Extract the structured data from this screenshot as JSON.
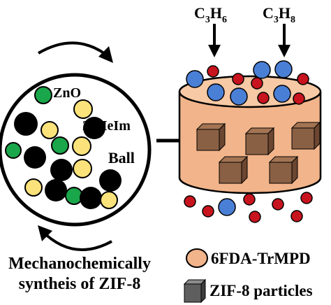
{
  "labels": {
    "gas1": {
      "base": "C",
      "sub1": "3",
      "mid": "H",
      "sub2": "6"
    },
    "gas2": {
      "base": "C",
      "sub1": "3",
      "mid": "H",
      "sub2": "8"
    },
    "zno": "ZnO",
    "meim": "2-MeIm",
    "ball": "Ball",
    "caption_line1": "Mechanochemically",
    "caption_line2": "syntheis of ZIF-8",
    "legend_membrane": "6FDA-TrMPD",
    "legend_particles": "ZIF-8 particles"
  },
  "colors": {
    "zno": "#1aa64a",
    "meim": "#fbe27a",
    "ball": "#000000",
    "membrane_body": "#f2b48a",
    "membrane_top": "#f7c9a4",
    "zif_cube": "#8a6044",
    "propylene": "#4a7fd6",
    "propane": "#c8141e"
  },
  "icons": [
    "rotation-arrow-icon",
    "right-arrow-icon",
    "down-arrow-icon",
    "cube-icon"
  ]
}
